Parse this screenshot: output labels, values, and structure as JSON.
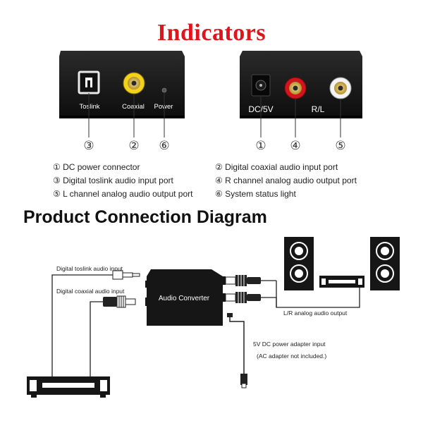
{
  "titles": {
    "indicators": "Indicators",
    "diagram": "Product Connection Diagram"
  },
  "front_panel": {
    "toslink": "Toslink",
    "coaxial": "Coaxial",
    "power": "Power",
    "callouts": [
      "③",
      "②",
      "⑥"
    ]
  },
  "rear_panel": {
    "dc": "DC/5V",
    "rl": "R/L",
    "callouts": [
      "①",
      "④",
      "⑤"
    ]
  },
  "legend": [
    "① DC  power connector",
    "② Digital coaxial audio input port",
    "③ Digital toslink audio input port",
    "④ R channel analog audio output port",
    "⑤ L channel analog audio output port",
    "⑥ System status light"
  ],
  "diagram": {
    "toslink_input": "Digital toslink audio input",
    "coaxial_input": "Digital coaxial audio input",
    "converter": "Audio Converter",
    "lr_output": "L/R analog audio output",
    "power_input": "5V DC power adapter input",
    "adapter_note": "(AC adapter not included.)"
  },
  "colors": {
    "title_red": "#e0141b",
    "device_black": "#161616",
    "rca_red": "#d2141c",
    "rca_yellow": "#f2d21a"
  }
}
